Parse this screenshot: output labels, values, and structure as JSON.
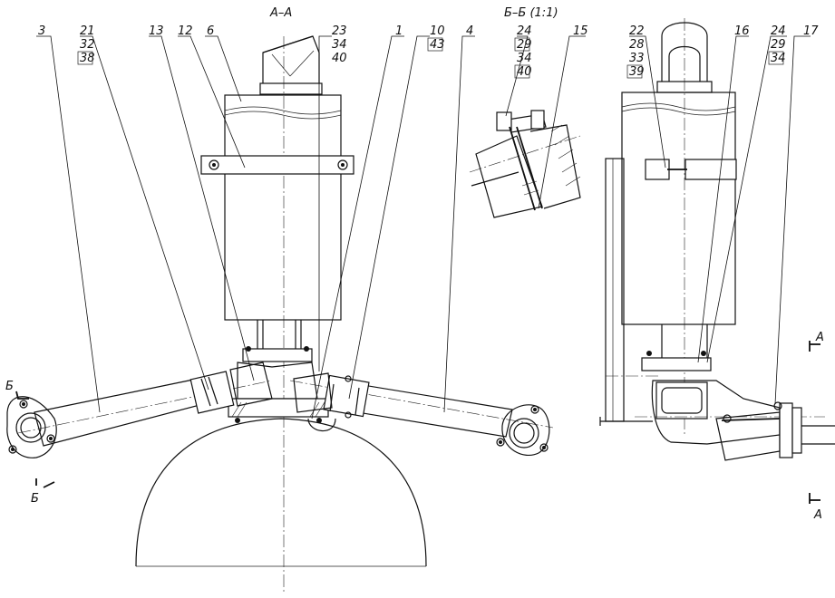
{
  "sections": {
    "aa": "А–А",
    "bb": "Б–Б (1:1)"
  },
  "cut_marks": {
    "b_top": "Б",
    "b_bottom": "Б",
    "a_top": "А",
    "a_bottom": "А"
  },
  "callouts": {
    "c3": "3",
    "c21": "21",
    "c32": "32",
    "c38": "38",
    "c13": "13",
    "c12": "12",
    "c6": "6",
    "c23": "23",
    "c34a": "34",
    "c40a": "40",
    "c1": "1",
    "c10": "10",
    "c43": "43",
    "c4": "4",
    "c24a": "24",
    "c29a": "29",
    "c34b": "34",
    "c40b": "40",
    "c15": "15",
    "c22": "22",
    "c28": "28",
    "c33": "33",
    "c39": "39",
    "c16": "16",
    "c24b": "24",
    "c29b": "29",
    "c34c": "34",
    "c17": "17"
  }
}
